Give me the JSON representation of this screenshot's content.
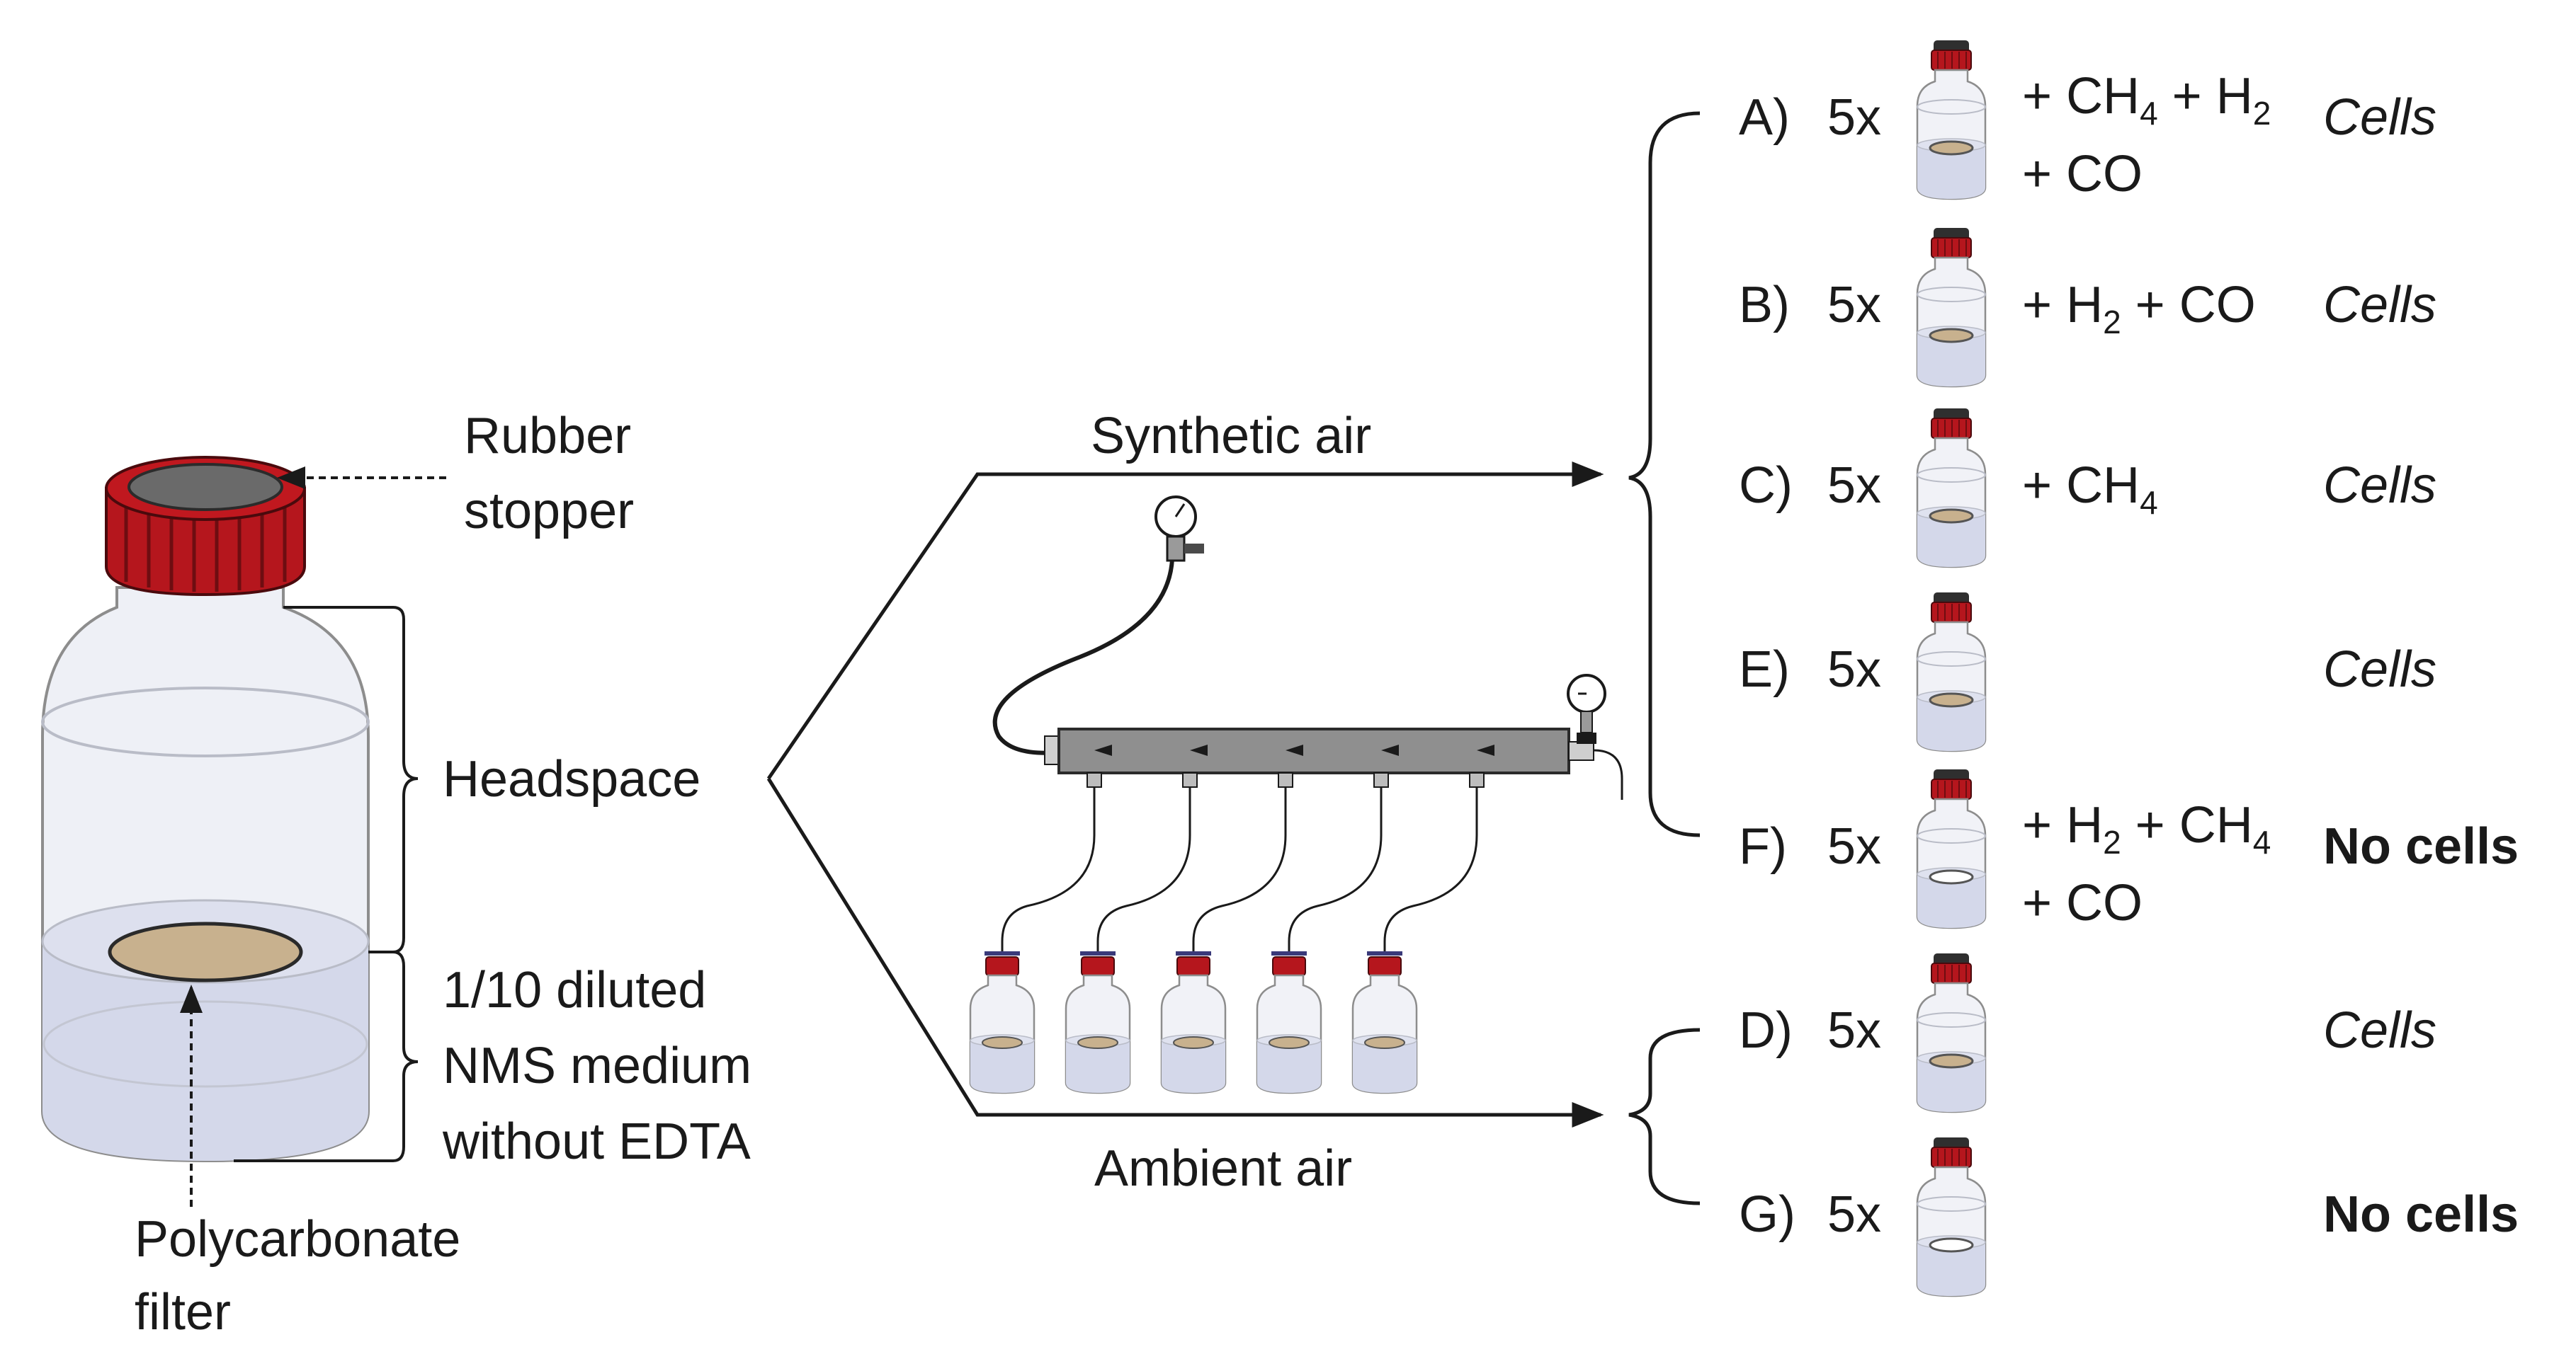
{
  "setup": {
    "stopper_label_line1": "Rubber",
    "stopper_label_line2": "stopper",
    "headspace_label": "Headspace",
    "medium_label_line1": "1/10 diluted",
    "medium_label_line2": "NMS medium",
    "medium_label_line3": "without EDTA",
    "filter_label_line1": "Polycarbonate",
    "filter_label_line2": "filter"
  },
  "routes": {
    "synthetic_label": "Synthetic air",
    "ambient_label": "Ambient air"
  },
  "treatments": [
    {
      "letter": "A)",
      "count": "5x",
      "gas_line1": "+ CH4 + H2",
      "gas_line2": "+ CO",
      "result": "Cells",
      "filter_colored": true,
      "result_bold": false
    },
    {
      "letter": "B)",
      "count": "5x",
      "gas_line1": "+ H2 + CO",
      "gas_line2": "",
      "result": "Cells",
      "filter_colored": true,
      "result_bold": false
    },
    {
      "letter": "C)",
      "count": "5x",
      "gas_line1": "+ CH4",
      "gas_line2": "",
      "result": "Cells",
      "filter_colored": true,
      "result_bold": false
    },
    {
      "letter": "E)",
      "count": "5x",
      "gas_line1": "",
      "gas_line2": "",
      "result": "Cells",
      "filter_colored": true,
      "result_bold": false
    },
    {
      "letter": "F)",
      "count": "5x",
      "gas_line1": "+ H2 + CH4",
      "gas_line2": "+ CO",
      "result": "No cells",
      "filter_colored": false,
      "result_bold": true
    },
    {
      "letter": "D)",
      "count": "5x",
      "gas_line1": "",
      "gas_line2": "",
      "result": "Cells",
      "filter_colored": true,
      "result_bold": false
    },
    {
      "letter": "G)",
      "count": "5x",
      "gas_line1": "",
      "gas_line2": "",
      "result": "No cells",
      "filter_colored": false,
      "result_bold": true
    }
  ],
  "colors": {
    "cap_red": "#b5161d",
    "cap_dark": "#3d3d3d",
    "filter_tan": "#c8b18e",
    "liquid": "#d4d8ea",
    "glass": "#eef0f6",
    "manifold": "#8f8f8f",
    "ink": "#1a1a1a"
  }
}
